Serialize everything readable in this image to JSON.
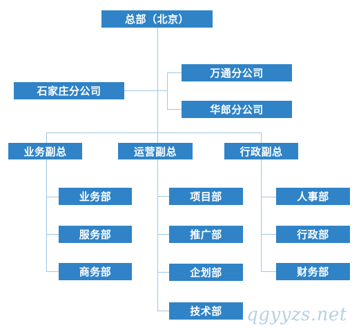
{
  "org": {
    "root": "总部（北京）",
    "branches": {
      "left": "石家庄分公司",
      "right_top": "万通分公司",
      "right_bottom": "华郎分公司"
    },
    "vps": [
      {
        "label": "业务副总",
        "departments": [
          "业务部",
          "服务部",
          "商务部"
        ]
      },
      {
        "label": "运营副总",
        "departments": [
          "项目部",
          "推广部",
          "企划部",
          "技术部"
        ]
      },
      {
        "label": "行政副总",
        "departments": [
          "人事部",
          "行政部",
          "财务部"
        ]
      }
    ]
  },
  "watermark": "qgyyzs.net",
  "colors": {
    "box": "#2f83c6",
    "box_text": "#ffffff",
    "connector": "#9ec6e4"
  }
}
